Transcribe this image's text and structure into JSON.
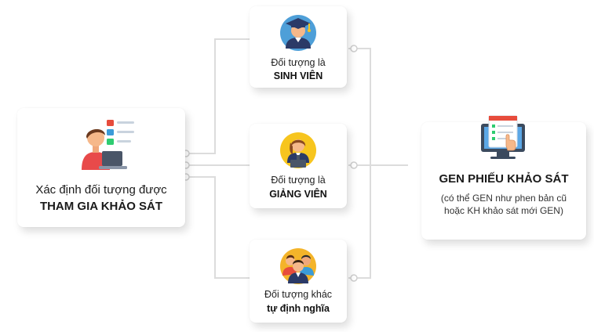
{
  "left_card": {
    "line1": "Xác định đối tượng được",
    "line2": "THAM GIA KHẢO SÁT",
    "icon": "person-at-laptop-checklist-icon"
  },
  "options": [
    {
      "line1": "Đối tượng là",
      "line2": "SINH VIÊN",
      "icon": "graduate-student-icon"
    },
    {
      "line1": "Đối tượng là",
      "line2": "GIẢNG VIÊN",
      "icon": "lecturer-at-podium-icon"
    },
    {
      "line1": "Đối tượng khác",
      "line2": "tự định nghĩa",
      "icon": "group-of-people-icon"
    }
  ],
  "right_card": {
    "title": "GEN PHIẾU KHẢO SÁT",
    "note_line1": "(có thể GEN như phen bản cũ",
    "note_line2": "hoặc KH khảo sát mới GEN)",
    "icon": "monitor-survey-form-icon"
  },
  "colors": {
    "connector": "#dcdcdc",
    "card": "#ffffff",
    "skin": "#f6b88a",
    "graduate_bg": "#4e9fd8",
    "lecturer_bg": "#f7c51e",
    "group_bg": "#f4b42a",
    "screen_blue": "#3b7fd0",
    "accent_red": "#e74c3c"
  }
}
